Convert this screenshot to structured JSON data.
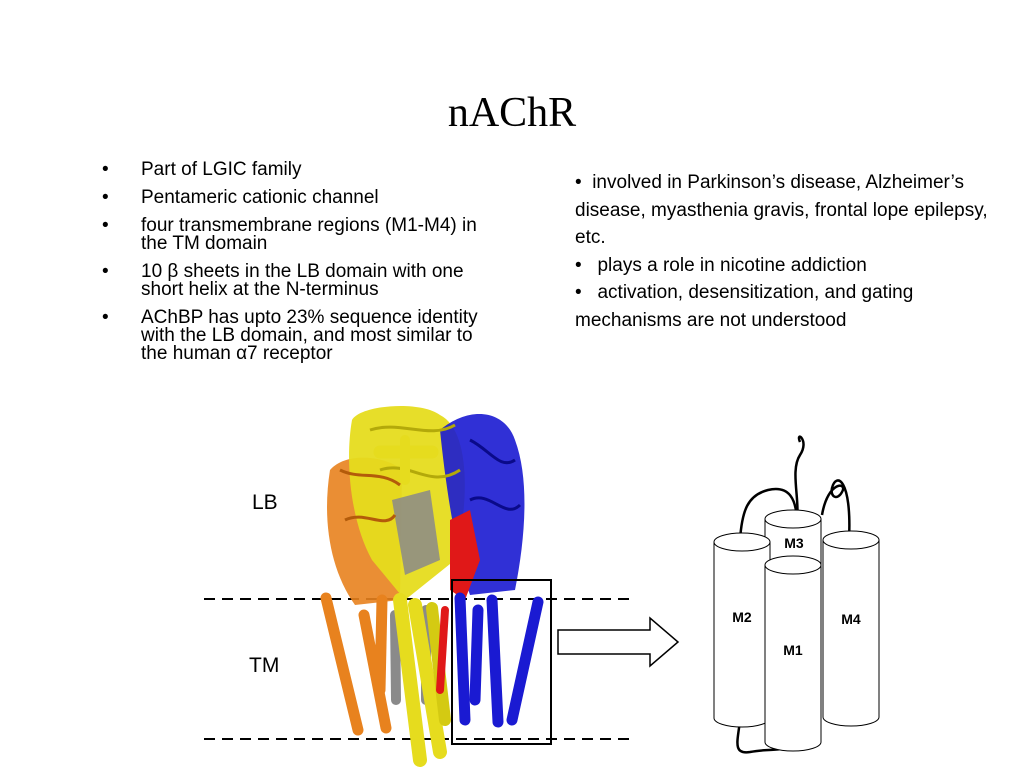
{
  "title": "nAChR",
  "left_bullets": [
    "Part of LGIC family",
    "Pentameric cationic channel",
    "four transmembrane regions (M1-M4) in the TM domain",
    "10 β sheets in the LB domain with one short helix at the N-terminus",
    "AChBP has upto 23% sequence identity with the LB domain, and most similar to the human α7 receptor"
  ],
  "right_text": [
    "•  involved in Parkinson’s disease, Alzheimer’s disease, myasthenia gravis, frontal lope epilepsy, etc.",
    "•   plays a role in nicotine addiction",
    "•   activation, desensitization, and gating mechanisms are not understood"
  ],
  "figure": {
    "lb_label": "LB",
    "tm_label": "TM",
    "helices": {
      "m1": "M1",
      "m2": "M2",
      "m3": "M3",
      "m4": "M4"
    },
    "colors": {
      "orange": "#e8821e",
      "yellow": "#e6dc1e",
      "blue": "#1a1ad2",
      "red": "#e01818",
      "gray": "#8a8a8a"
    }
  }
}
